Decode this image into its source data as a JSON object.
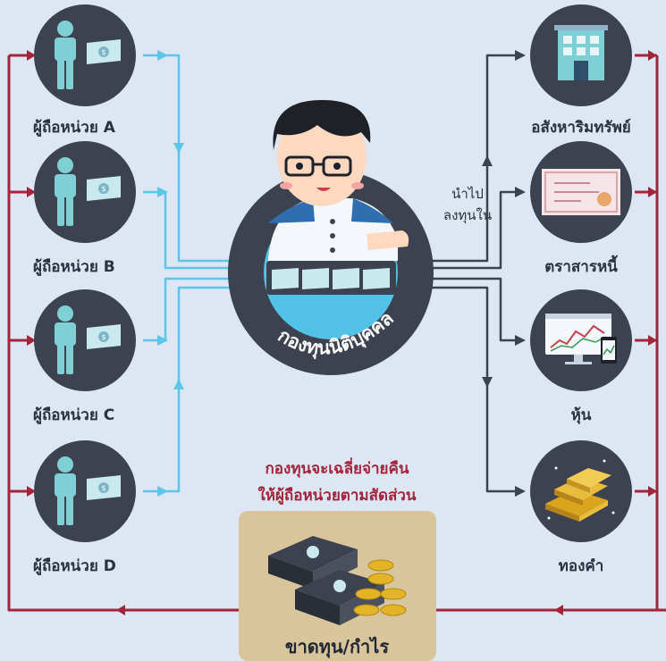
{
  "colors": {
    "background": "#dde6f3",
    "circle": "#3c4250",
    "person": "#7fd0d5",
    "inflow_line": "#5bc6e8",
    "invest_line": "#3c4250",
    "return_line": "#a3243b",
    "highlight_text": "#a3243b",
    "money_box": "#d9c59c"
  },
  "holders": [
    {
      "label": "ผู้ถือหน่วย A"
    },
    {
      "label": "ผู้ถือหน่วย B"
    },
    {
      "label": "ผู้ถือหน่วย C"
    },
    {
      "label": "ผู้ถือหน่วย D"
    }
  ],
  "fund": {
    "label": "กองทุนนิติบุคคล",
    "note_lines": [
      "นำไป",
      "ลงทุนใน"
    ]
  },
  "assets": [
    {
      "label": "อสังหาริมทรัพย์",
      "icon": "building-icon"
    },
    {
      "label": "ตราสารหนี้",
      "icon": "bond-certificate-icon"
    },
    {
      "label": "หุ้น",
      "icon": "stock-chart-icon"
    },
    {
      "label": "ทองคำ",
      "icon": "gold-bars-icon"
    }
  ],
  "distribution": {
    "line1": "กองทุนจะเฉลี่ยจ่ายคืน",
    "line2": "ให้ผู้ถือหน่วยตามสัดส่วน"
  },
  "result": {
    "label": "ขาดทุน/กำไร",
    "icon": "money-stack-icon"
  }
}
